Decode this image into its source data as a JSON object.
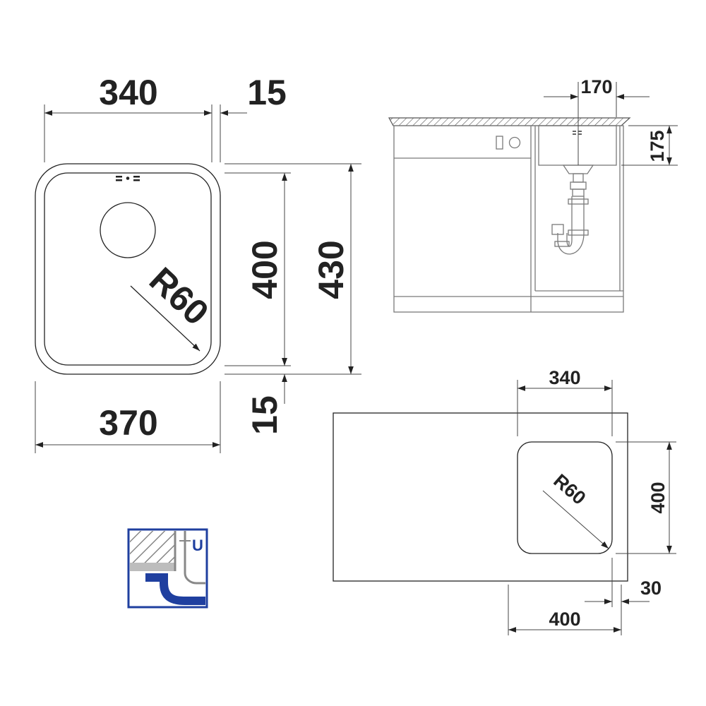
{
  "sink_plan": {
    "top_width": "340",
    "rim_offset": "15",
    "inner_height": "400",
    "outer_height": "430",
    "bottom_rim": "15",
    "outer_width": "370",
    "corner_radius": "R60"
  },
  "cabinet_elevation": {
    "bowl_width": "170",
    "bowl_depth": "175"
  },
  "countertop_plan": {
    "bowl_width": "340",
    "bowl_height": "400",
    "corner_radius": "R60",
    "edge_offset": "30",
    "cabinet_width": "400"
  },
  "mount_badge": {
    "letter": "U",
    "meaning": "undermount",
    "color": "#1f3f9f"
  }
}
